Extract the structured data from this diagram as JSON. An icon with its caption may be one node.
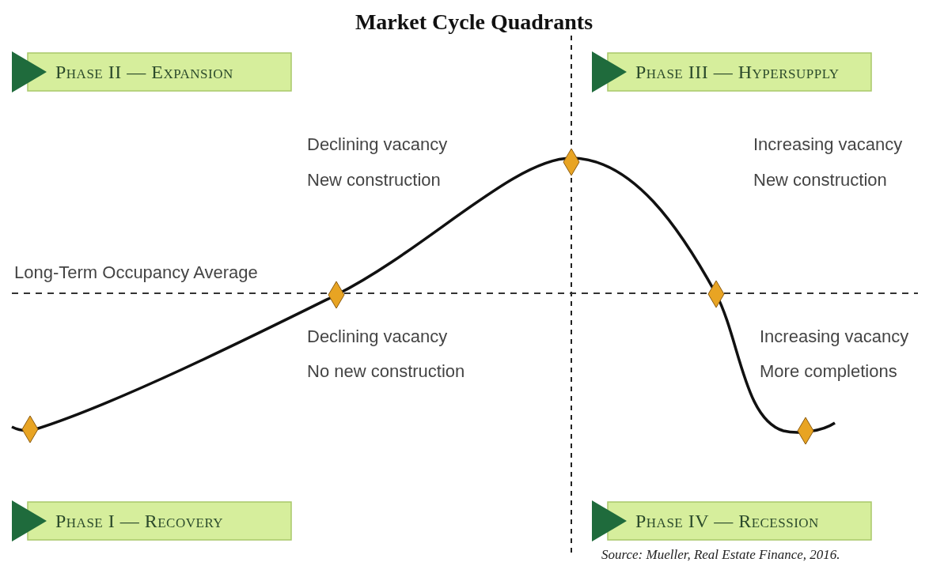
{
  "diagram": {
    "title": "Market Cycle Quadrants",
    "nodes": [
      {
        "text": [
          "Phase II — Expansion"
        ]
      },
      {
        "text": [
          "Phase III — Hypersupply"
        ]
      },
      {
        "text": [
          "Phase I — Recovery"
        ]
      },
      {
        "text": [
          "Phase IV — Recession"
        ]
      }
    ],
    "labels": [
      "Declining vacancy",
      "New construction",
      "Increasing vacancy",
      "New construction",
      "Long-Term Occupancy Average",
      "Declining vacancy",
      "No new construction",
      "Increasing vacancy",
      "More completions",
      "Source: Mueller, Real Estate Finance, 2016."
    ]
  }
}
